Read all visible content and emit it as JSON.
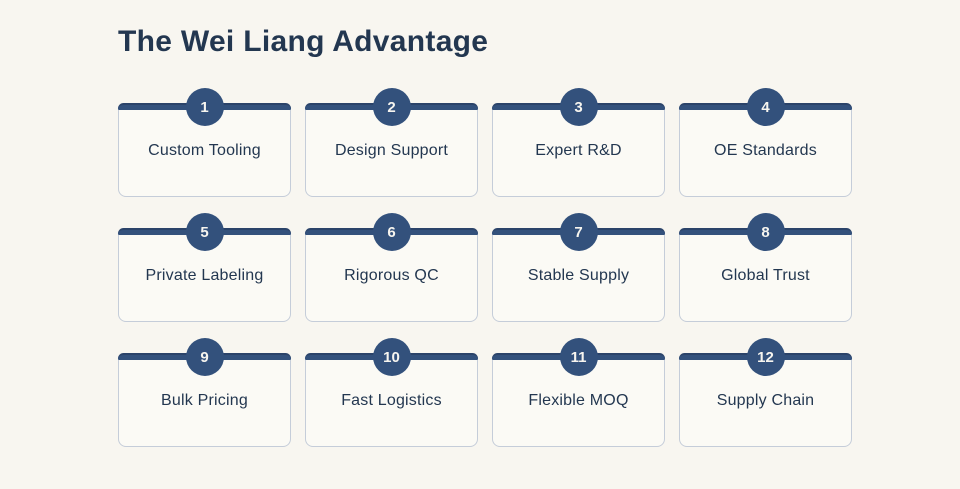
{
  "page": {
    "title": "The Wei Liang Advantage"
  },
  "theme": {
    "background": "#F8F6F0",
    "card_background": "#FBFAF5",
    "card_border": "#C5CDD9",
    "accent_navy": "#33517C",
    "accent_navy_dark": "#2B4369",
    "text_navy": "#233750",
    "badge_text": "#F7F5EF"
  },
  "cards": [
    {
      "number": "1",
      "label": "Custom Tooling"
    },
    {
      "number": "2",
      "label": "Design Support"
    },
    {
      "number": "3",
      "label": "Expert R&D"
    },
    {
      "number": "4",
      "label": "OE Standards"
    },
    {
      "number": "5",
      "label": "Private Labeling"
    },
    {
      "number": "6",
      "label": "Rigorous QC"
    },
    {
      "number": "7",
      "label": "Stable Supply"
    },
    {
      "number": "8",
      "label": "Global Trust"
    },
    {
      "number": "9",
      "label": "Bulk Pricing"
    },
    {
      "number": "10",
      "label": "Fast Logistics"
    },
    {
      "number": "11",
      "label": "Flexible MOQ"
    },
    {
      "number": "12",
      "label": "Supply Chain"
    }
  ]
}
